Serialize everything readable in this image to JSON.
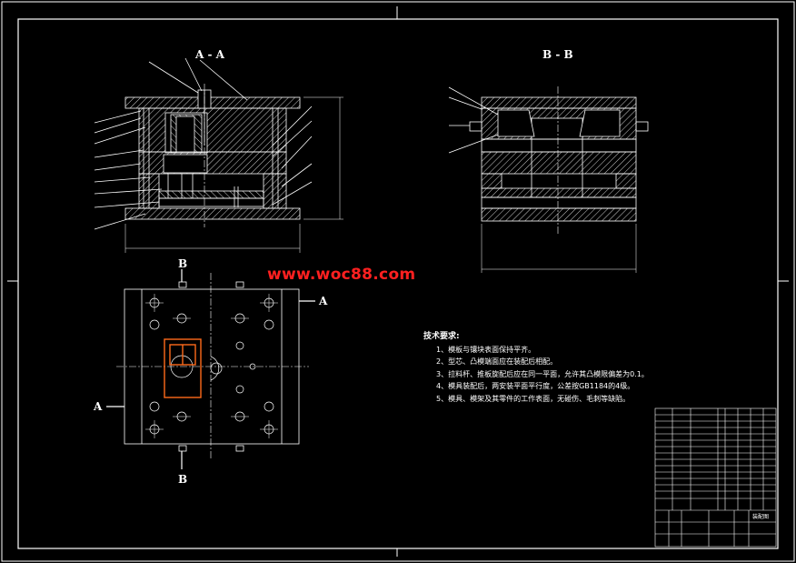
{
  "watermark": "www.woc88.com",
  "views": {
    "section_aa": "A - A",
    "section_bb": "B - B",
    "plan_cut_top": "B",
    "plan_cut_bottom": "B",
    "plan_cut_left": "A",
    "plan_cut_right": "A"
  },
  "technical_requirements": {
    "title": "技术要求:",
    "items": [
      "1、模板与镶块表面保持平齐。",
      "2、型芯、凸模端面应在装配后相配。",
      "3、拉料杆、推板旋配后应在同一平面，允许其凸模限偏差为0.1。",
      "4、模具装配后，两安装平面平行度，公差按GB1184的4级。",
      "5、模具、模架及其零件的工作表面，无碰伤、毛刺等缺陷。"
    ]
  },
  "title_block": {
    "drawing_name": "装配图"
  },
  "colors": {
    "background": "#000000",
    "lines": "#ffffff",
    "accent_highlight": "#ff6a1a",
    "watermark": "#ff2020"
  }
}
